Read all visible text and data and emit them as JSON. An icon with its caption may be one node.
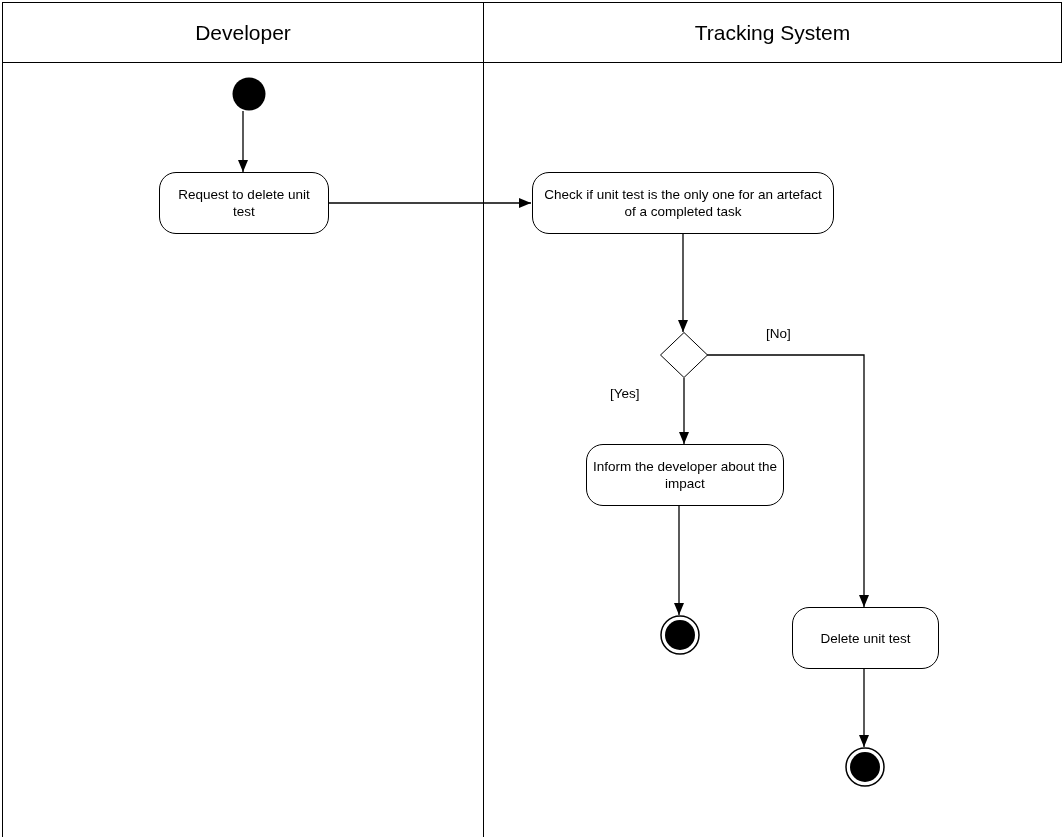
{
  "diagram": {
    "nodes": [
      {
        "text": [
          "Developer"
        ]
      },
      {
        "text": [
          "Tracking System"
        ]
      },
      {
        "text": [],
        "shape": "circle",
        "in": 0
      },
      {
        "text": [
          "Request to delete unit test"
        ],
        "in": 0
      },
      {
        "text": [
          "Check if unit test is the only one for an artefact of a completed task"
        ],
        "in": 1
      },
      {
        "text": [],
        "shape": "diamond",
        "in": 1
      },
      {
        "text": [
          "Inform the developer about the impact"
        ],
        "in": 1
      },
      {
        "text": [],
        "shape": "bullseye",
        "in": 1
      },
      {
        "text": [
          "Delete unit test"
        ],
        "in": 1
      },
      {
        "text": [],
        "shape": "bullseye",
        "in": 1
      }
    ],
    "edges": [
      {
        "from": 2,
        "to": 3,
        "arrow": "to"
      },
      {
        "from": 3,
        "to": 4,
        "arrow": "to"
      },
      {
        "from": 4,
        "to": 5,
        "arrow": "to"
      },
      {
        "from": 5,
        "to": 6,
        "arrow": "to",
        "label": "[Yes]"
      },
      {
        "from": 5,
        "to": 8,
        "arrow": "to",
        "label": "[No]"
      },
      {
        "from": 6,
        "to": 7,
        "arrow": "to"
      },
      {
        "from": 8,
        "to": 9,
        "arrow": "to"
      }
    ]
  }
}
